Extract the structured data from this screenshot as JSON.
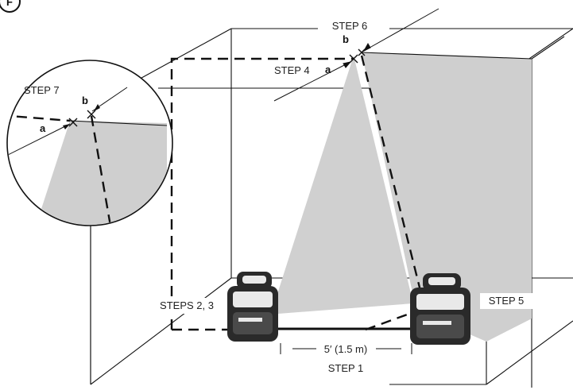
{
  "figure": {
    "badge_letter": "F"
  },
  "labels": {
    "step1": "STEP 1",
    "step4": "STEP 4",
    "step5": "STEP 5",
    "step6": "STEP 6",
    "step7": "STEP 7",
    "steps23": "STEPS 2, 3",
    "distance": "5′ (1.5 m)",
    "point_a_main": "a",
    "point_b_main": "b",
    "point_a_zoom": "a",
    "point_b_zoom": "b"
  },
  "colors": {
    "laser_plane": "#cfcfcf",
    "wall_shade": "#c8c8c8",
    "line": "#111111",
    "device_body": "#2a2a2a",
    "device_accent": "#e9e9e9"
  },
  "icons": {
    "laser_device_left": "laser-level-icon",
    "laser_device_right": "laser-level-icon",
    "mark_points": "cross-mark-icon"
  }
}
